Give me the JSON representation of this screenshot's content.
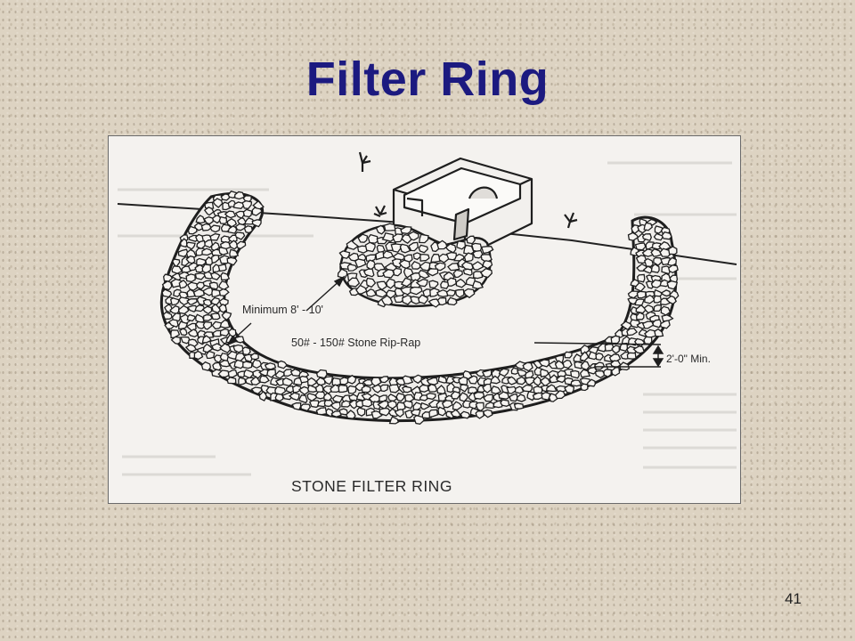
{
  "slide": {
    "title": "Filter Ring",
    "page_number": "41"
  },
  "figure": {
    "caption": "STONE FILTER RING",
    "label_minimum": "Minimum 8' - 10'",
    "label_stone": "50# - 150# Stone Rip-Rap",
    "label_height": "2'-0\" Min."
  }
}
